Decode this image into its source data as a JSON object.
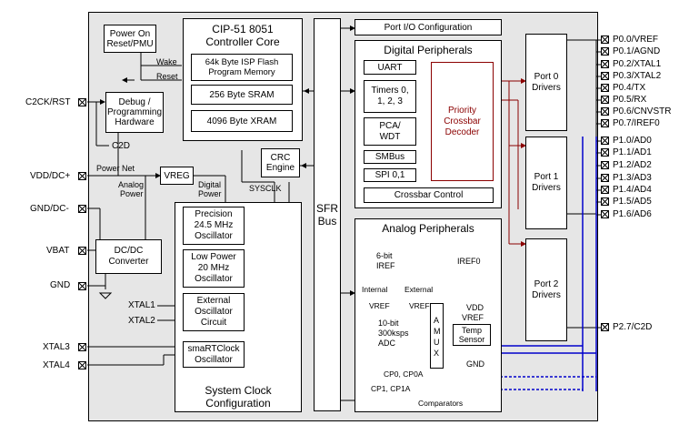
{
  "core": {
    "title_line1": "CIP-51 8051",
    "title_line2": "Controller Core",
    "flash_line1": "64k Byte ISP Flash",
    "flash_line2": "Program Memory",
    "sram": "256 Byte SRAM",
    "xram": "4096 Byte XRAM"
  },
  "power_on": {
    "line1": "Power On",
    "line2": "Reset/PMU"
  },
  "debug": {
    "line1": "Debug /",
    "line2": "Programming",
    "line3": "Hardware"
  },
  "labels": {
    "wake": "Wake",
    "reset": "Reset",
    "c2d": "C2D",
    "power_net": "Power Net",
    "analog_power_1": "Analog",
    "analog_power_2": "Power",
    "digital_power_1": "Digital",
    "digital_power_2": "Power",
    "sysclk": "SYSCLK",
    "internal_vref_1": "Internal",
    "internal_vref_2": "VREF",
    "external_vref_1": "External",
    "external_vref_2": "VREF",
    "vdd": "VDD",
    "vref": "VREF",
    "gnd": "GND",
    "cp0": "CP0, CP0A",
    "cp1": "CP1, CP1A",
    "comparators": "Comparators",
    "iref0": "IREF0"
  },
  "vreg": "VREG",
  "crc": {
    "line1": "CRC",
    "line2": "Engine"
  },
  "dcdc": {
    "line1": "DC/DC",
    "line2": "Converter"
  },
  "sfr": {
    "line1": "SFR",
    "line2": "Bus"
  },
  "port_io": "Port I/O Configuration",
  "digital": {
    "title": "Digital Peripherals",
    "uart": "UART",
    "timers_1": "Timers 0,",
    "timers_2": "1, 2, 3",
    "pca_1": "PCA/",
    "pca_2": "WDT",
    "smbus": "SMBus",
    "spi": "SPI 0,1",
    "crossbar_control": "Crossbar Control",
    "crossbar_1": "Priority",
    "crossbar_2": "Crossbar",
    "crossbar_3": "Decoder"
  },
  "analog": {
    "title": "Analog Peripherals",
    "iref_1": "6-bit",
    "iref_2": "IREF",
    "adc_1": "10-bit",
    "adc_2": "300ksps",
    "adc_3": "ADC",
    "amux": [
      "A",
      "M",
      "U",
      "X"
    ],
    "temp_1": "Temp",
    "temp_2": "Sensor"
  },
  "clock": {
    "title_1": "System Clock",
    "title_2": "Configuration",
    "precision_1": "Precision",
    "precision_2": "24.5 MHz",
    "precision_3": "Oscillator",
    "lowpower_1": "Low Power",
    "lowpower_2": "20 MHz",
    "lowpower_3": "Oscillator",
    "external_1": "External",
    "external_2": "Oscillator",
    "external_3": "Circuit",
    "smart_1": "smaRTClock",
    "smart_2": "Oscillator"
  },
  "ports": {
    "port0_1": "Port 0",
    "port0_2": "Drivers",
    "port1_1": "Port 1",
    "port1_2": "Drivers",
    "port2_1": "Port 2",
    "port2_2": "Drivers"
  },
  "left_pins": {
    "c2ck": "C2CK/RST",
    "vdd": "VDD/DC+",
    "gnd_dc": "GND/DC-",
    "vbat": "VBAT",
    "gnd": "GND",
    "xtal1": "XTAL1",
    "xtal2": "XTAL2",
    "xtal3": "XTAL3",
    "xtal4": "XTAL4"
  },
  "right_pins": [
    "P0.0/VREF",
    "P0.1/AGND",
    "P0.2/XTAL1",
    "P0.3/XTAL2",
    "P0.4/TX",
    "P0.5/RX",
    "P0.6/CNVSTR",
    "P0.7/IREF0",
    "P1.0/AD0",
    "P1.1/AD1",
    "P1.2/AD2",
    "P1.3/AD3",
    "P1.4/AD4",
    "P1.5/AD5",
    "P1.6/AD6",
    "P2.7/C2D"
  ],
  "colors": {
    "background": "#e6e6e6",
    "crossbar_border": "#8b0000",
    "analog_bus": "#0000cc"
  }
}
